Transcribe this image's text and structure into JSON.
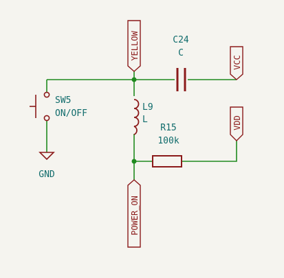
{
  "colors": {
    "background": "#f5f4ef",
    "wire": "#1f8a1f",
    "symbol": "#8b1a1a",
    "label_text": "#0f6b6b",
    "junction": "#1f8a1f"
  },
  "components": {
    "capacitor": {
      "ref": "C24",
      "value": "C"
    },
    "inductor": {
      "ref": "L9",
      "value": "L"
    },
    "resistor": {
      "ref": "R15",
      "value": "100k"
    },
    "switch": {
      "ref": "SW5",
      "value": "ON/OFF"
    }
  },
  "power": {
    "gnd": "GND"
  },
  "net_labels": {
    "yellow": "YELLOW",
    "vcc": "VCC",
    "vdd": "VDD",
    "power_on": "POWER_ON"
  }
}
